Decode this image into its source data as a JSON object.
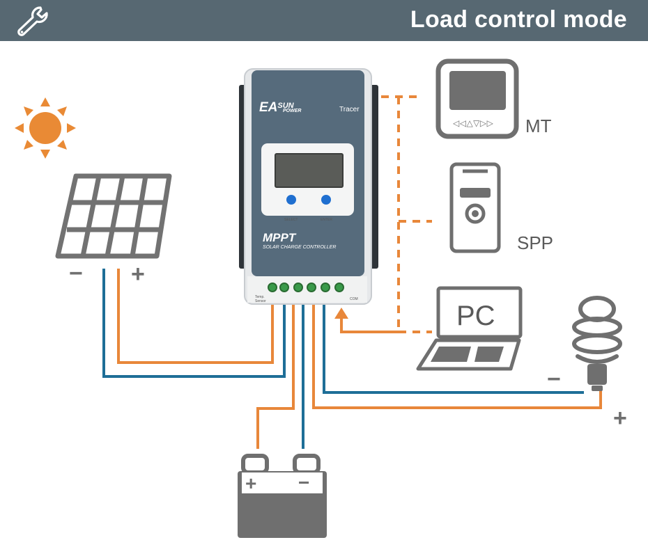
{
  "header": {
    "title": "Load control mode",
    "icon": "wrench-icon",
    "background_color": "#576872"
  },
  "controller": {
    "brand_part1": "EA",
    "brand_part2": "SUN",
    "brand_part3": "POWER",
    "model": "Tracer",
    "button_select": "SELECT",
    "button_enter": "ENTER",
    "product_title": "MPPT",
    "product_subtitle": "SOLAR CHARGE CONTROLLER",
    "terminal_left_label_1": "Temp.",
    "terminal_left_label_2": "Sensor",
    "terminal_right_label": "COM"
  },
  "solar_panel": {
    "minus_label": "−",
    "plus_label": "+"
  },
  "battery": {
    "plus_label": "+",
    "minus_label": "−"
  },
  "devices": {
    "mt": {
      "label": "MT",
      "buttons": "◁◁△▽▷▷"
    },
    "spp": {
      "label": "SPP"
    },
    "pc": {
      "label": "PC"
    }
  },
  "load": {
    "minus_label": "−",
    "plus_label": "+"
  },
  "colors": {
    "wire_positive": "#e8873a",
    "wire_negative": "#1e6e97",
    "sun": "#e98a35",
    "icon_gray": "#6f6f6f",
    "controller_body": "#566b7c"
  }
}
